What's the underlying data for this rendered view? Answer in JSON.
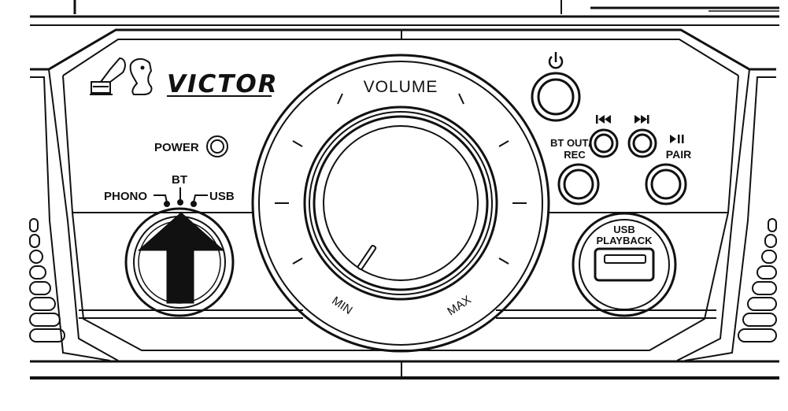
{
  "brand": {
    "logo_text": "VICTOR"
  },
  "labels": {
    "power": "POWER",
    "phono": "PHONO",
    "bt": "BT",
    "usb": "USB",
    "volume": "VOLUME",
    "min": "MIN",
    "max": "MAX",
    "bt_out_line1": "BT OUT/",
    "bt_out_line2": "REC",
    "pair": "PAIR",
    "usb_playback_line1": "USB",
    "usb_playback_line2": "PLAYBACK"
  },
  "icons": {
    "power_symbol": "power-icon",
    "previous_track": "skip-previous-icon",
    "next_track": "skip-next-icon",
    "play_pause": "play-pause-icon",
    "selector_arrow": "up-arrow-icon"
  },
  "colors": {
    "line": "#111111",
    "background": "#ffffff"
  }
}
